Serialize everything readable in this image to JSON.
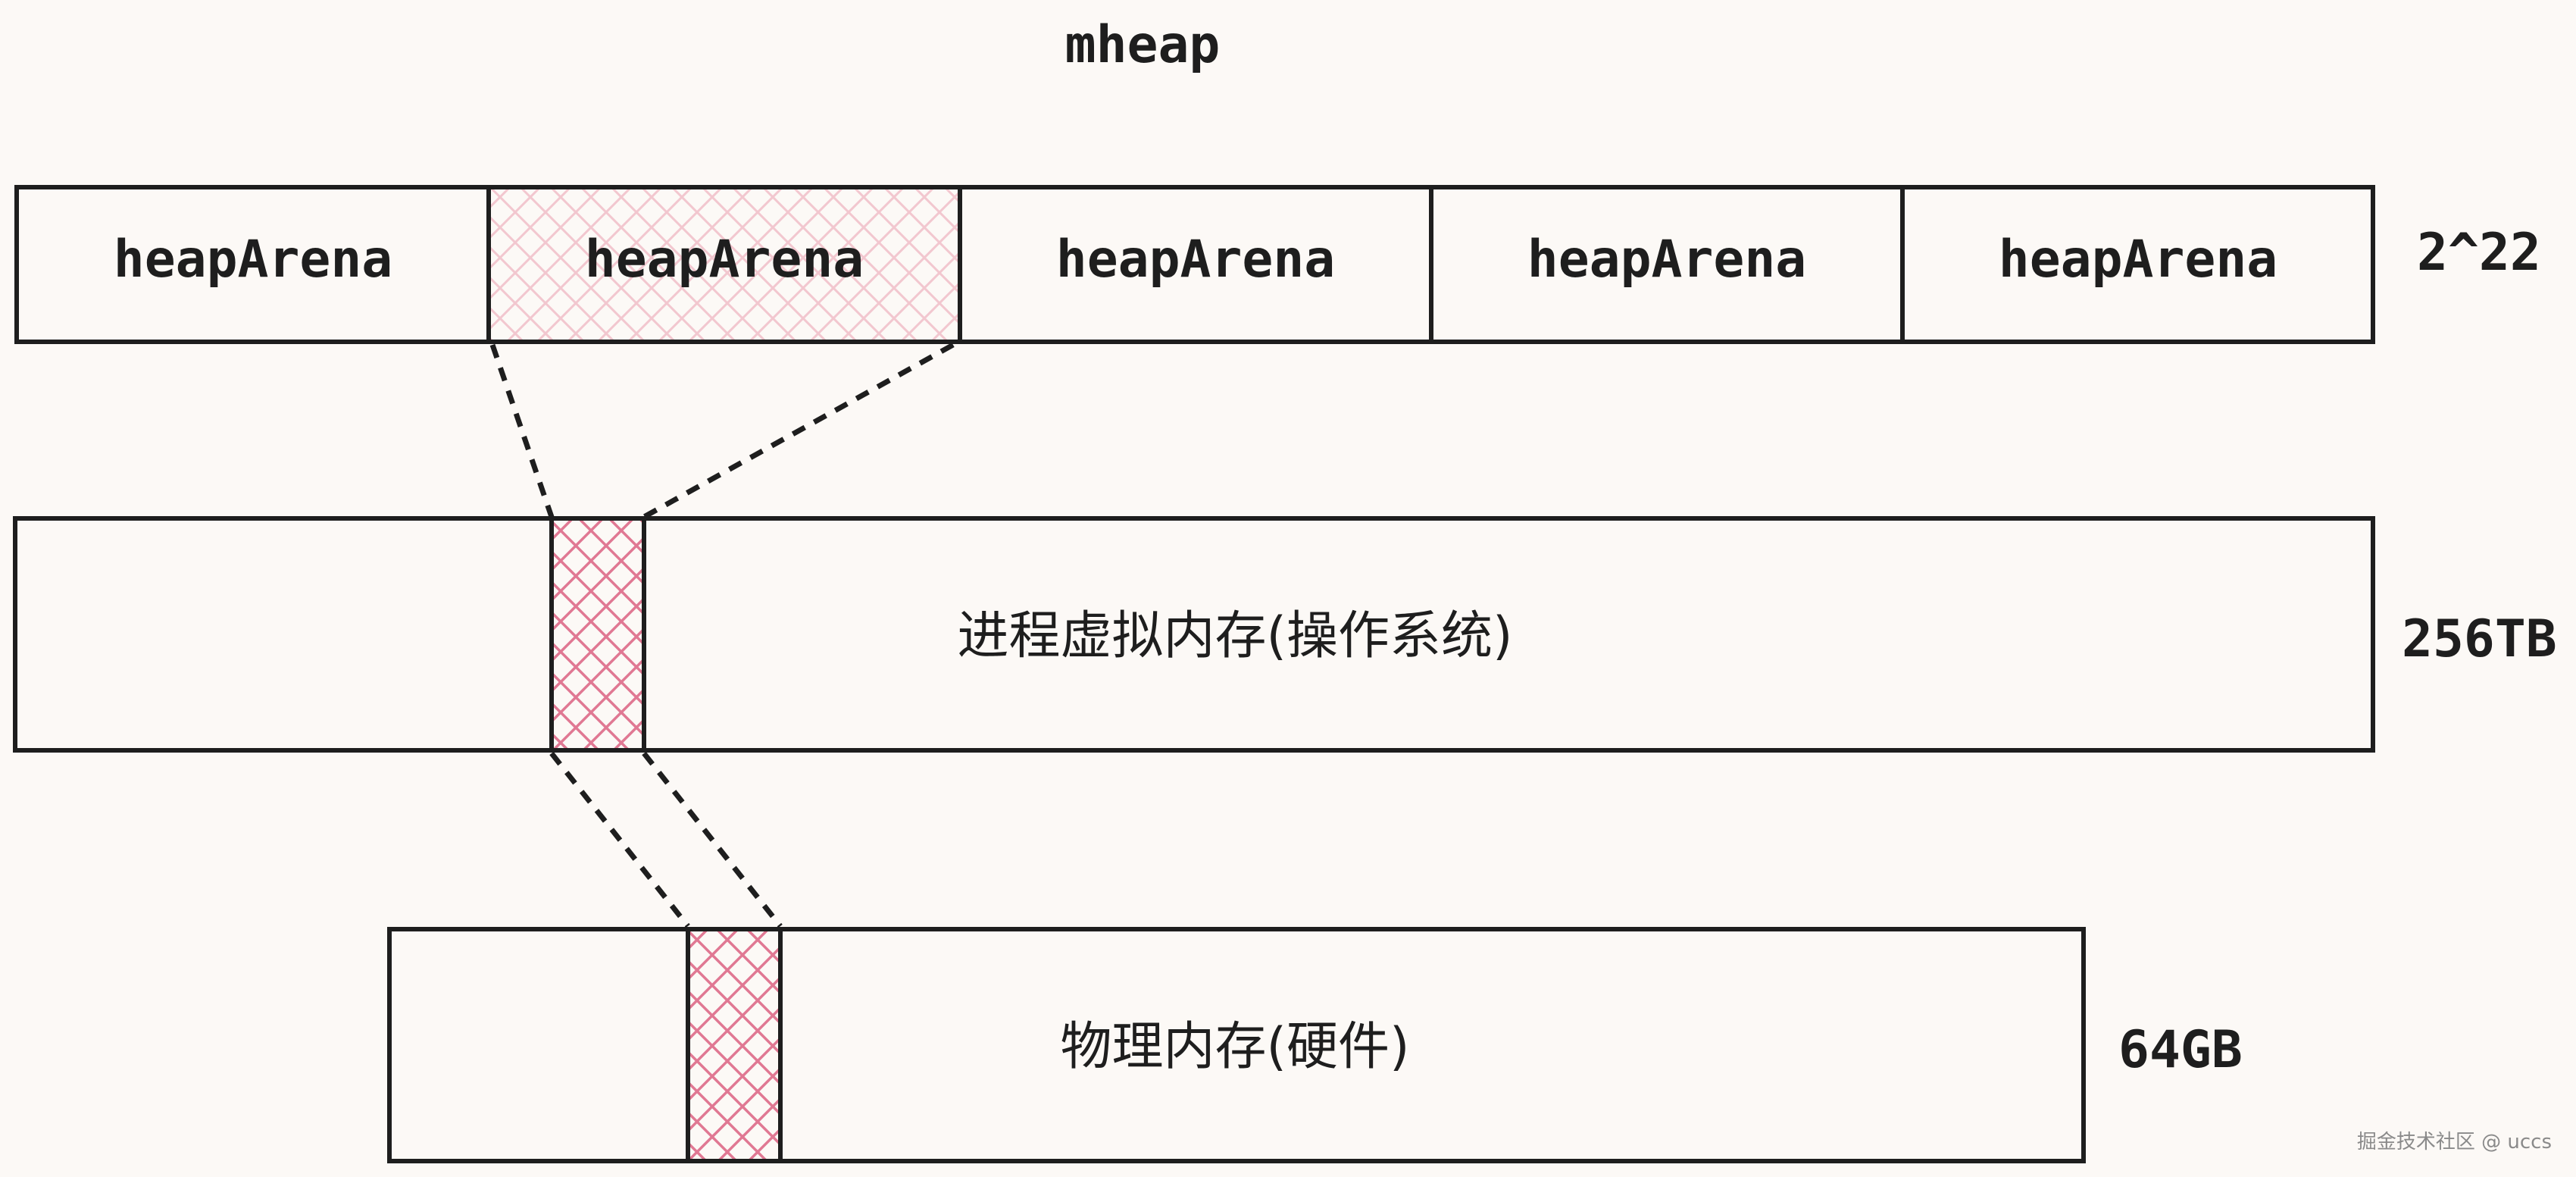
{
  "title": "mheap",
  "arena_row": {
    "cells": [
      "heapArena",
      "heapArena",
      "heapArena",
      "heapArena",
      "heapArena"
    ],
    "highlighted_index": 1,
    "size_label": "2^22"
  },
  "virtual_memory": {
    "label": "进程虚拟内存(操作系统)",
    "size_label": "256TB"
  },
  "physical_memory": {
    "label": "物理内存(硬件)",
    "size_label": "64GB"
  },
  "watermark": "掘金技术社区 @ uccs",
  "colors": {
    "stroke": "#1e1e1e",
    "hatch_light": "#f2c7cf",
    "hatch_dark": "#e07893",
    "background": "#fcf9f6"
  }
}
